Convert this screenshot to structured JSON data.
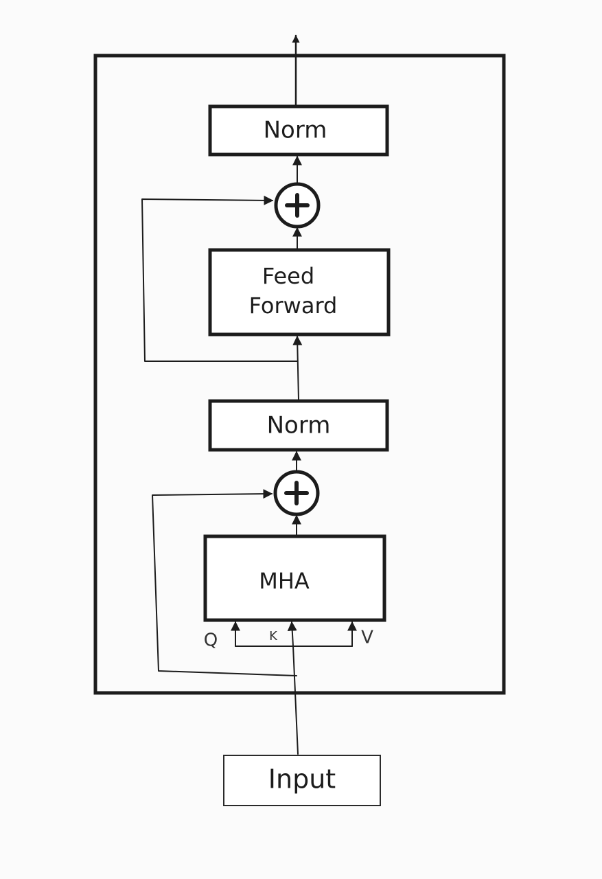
{
  "diagram": {
    "norm_top_label": "Norm",
    "feed_forward_line1": "Feed",
    "feed_forward_line2": "Forward",
    "norm_bottom_label": "Norm",
    "mha_label": "MHA",
    "input_label": "Input",
    "port_q": "Q",
    "port_k": "K",
    "port_v": "V",
    "adder_symbol": "+"
  }
}
